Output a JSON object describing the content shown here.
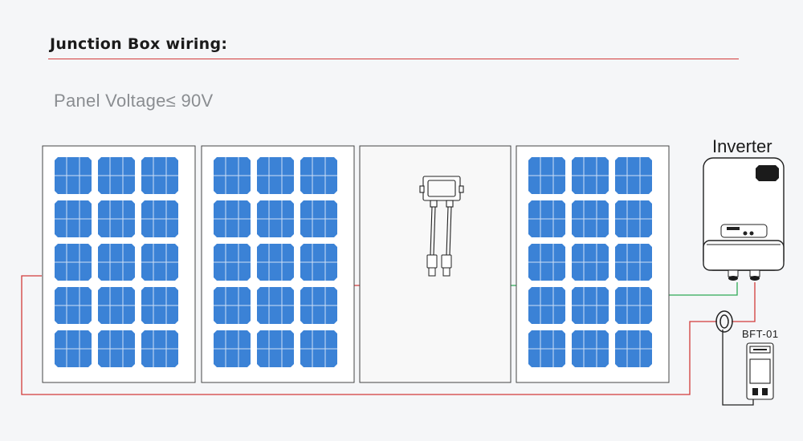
{
  "header": {
    "title": "Junction Box wiring:",
    "subtitle": "Panel Voltage≤ 90V"
  },
  "devices": {
    "inverter_label": "Inverter",
    "sensor_label": "BFT-01"
  },
  "colors": {
    "rule": "#d23a3a",
    "positive_wire": "#d23a3a",
    "negative_wire": "#2faa55",
    "cell": "#3b82d6"
  }
}
